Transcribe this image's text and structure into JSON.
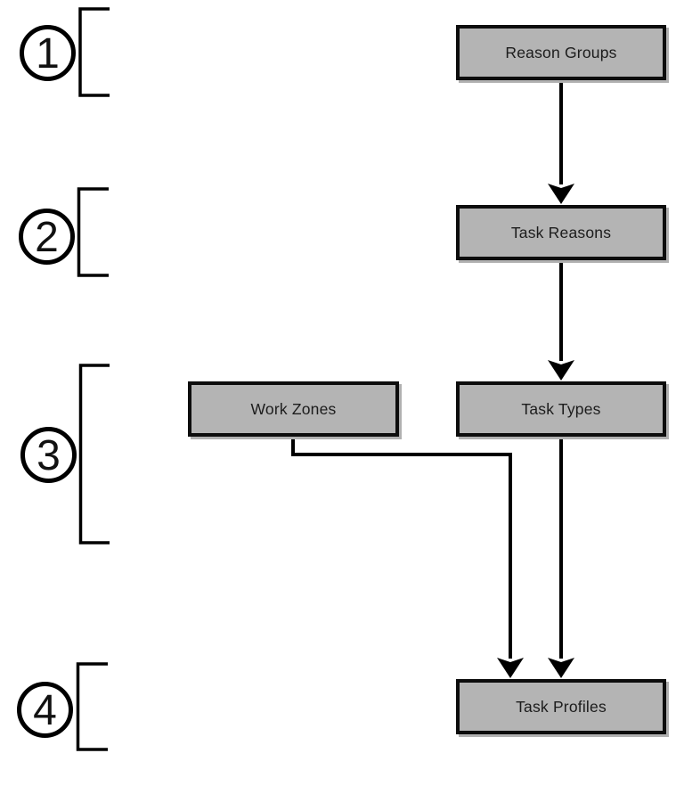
{
  "diagram": {
    "colors": {
      "background": "#ffffff",
      "box_fill": "#b4b4b4",
      "box_border": "#0d0d0d",
      "box_shadow": "#b1b1b1",
      "line": "#000000",
      "text": "#1c1c1c"
    },
    "steps": [
      {
        "number": "1"
      },
      {
        "number": "2"
      },
      {
        "number": "3"
      },
      {
        "number": "4"
      }
    ],
    "nodes": {
      "reason_groups": {
        "label": "Reason Groups"
      },
      "task_reasons": {
        "label": "Task Reasons"
      },
      "work_zones": {
        "label": "Work Zones"
      },
      "task_types": {
        "label": "Task Types"
      },
      "task_profiles": {
        "label": "Task Profiles"
      }
    },
    "edges": [
      {
        "from": "Reason Groups",
        "to": "Task Reasons"
      },
      {
        "from": "Task Reasons",
        "to": "Task Types"
      },
      {
        "from": "Task Types",
        "to": "Task Profiles"
      },
      {
        "from": "Work Zones",
        "to": "Task Profiles"
      }
    ]
  }
}
